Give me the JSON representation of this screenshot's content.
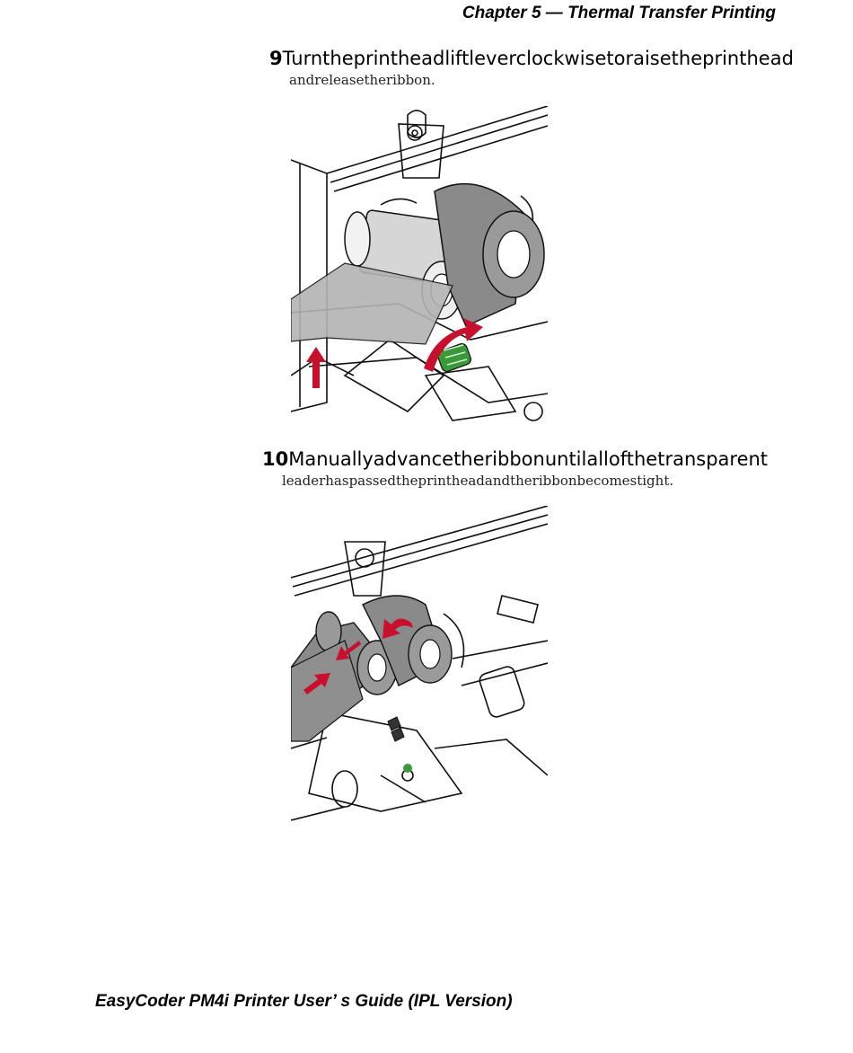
{
  "header": {
    "chapter": "Chapter 5 — Thermal Transfer Printing"
  },
  "steps": [
    {
      "number": "9",
      "text": "Turntheprintheadliftleverclockwisetoraisetheprinthead",
      "continuation": "andreleasetheribbon."
    },
    {
      "number": "10",
      "text": "Manuallyadvancetheribbonuntilallofthetransparent",
      "continuation": "leaderhaspassedtheprintheadandtheribbonbecomestight."
    }
  ],
  "footer": {
    "guide": "EasyCoder PM4i Printer User’ s Guide (IPL Version)"
  },
  "colors": {
    "ink": "#000000",
    "arrow_red": "#c8102e",
    "lever_green": "#3a9a3a",
    "ribbon_gray": "#8a8a8a",
    "roll_gray": "#c8c8c8"
  }
}
